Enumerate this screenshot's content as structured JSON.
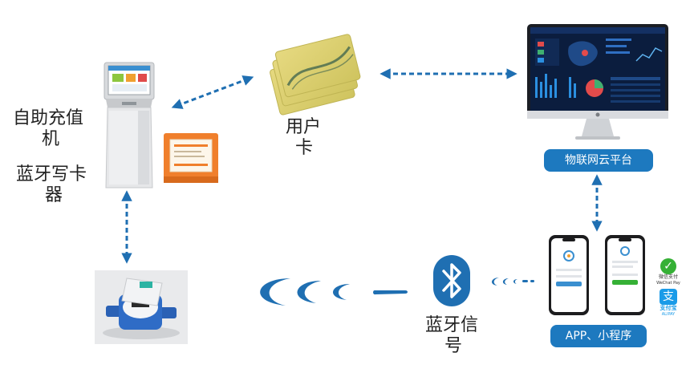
{
  "kiosk": {
    "label_line1": "自助充值",
    "label_line2": "机"
  },
  "writer": {
    "label_line1": "蓝牙写卡",
    "label_line2": "器"
  },
  "card": {
    "label_line1": "用户",
    "label_line2": "卡"
  },
  "platform": {
    "badge": "物联网云平台"
  },
  "apps": {
    "badge": "APP、小程序",
    "wechat_pay": "微信支付",
    "wechat_pay_en": "WeChat Pay",
    "alipay": "支付宝",
    "alipay_en": "ALIPAY"
  },
  "bluetooth": {
    "label_line1": "蓝牙信",
    "label_line2": "号"
  },
  "colors": {
    "accent": "#1d79bf",
    "arrow": "#1f6fb2",
    "orange": "#f07f2c",
    "wechat": "#35b035",
    "alipay": "#1a9be8"
  }
}
